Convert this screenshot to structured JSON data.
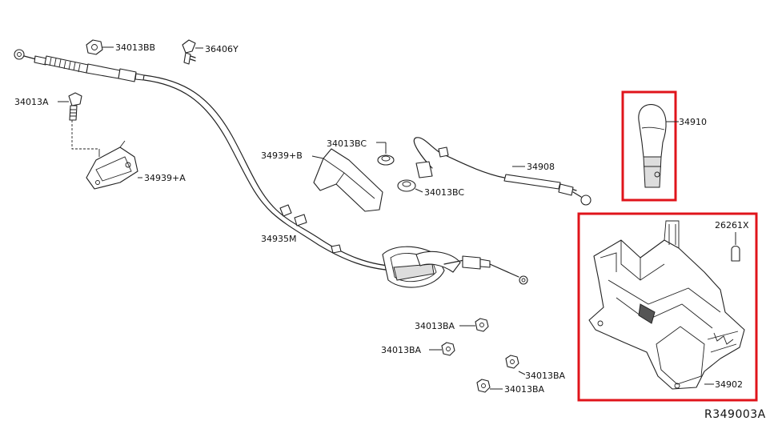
{
  "diagram": {
    "reference_code": "R349003A",
    "callouts": [
      {
        "id": "c1",
        "label": "34013BB"
      },
      {
        "id": "c2",
        "label": "36406Y"
      },
      {
        "id": "c3",
        "label": "34013A"
      },
      {
        "id": "c4",
        "label": "34939+A"
      },
      {
        "id": "c5",
        "label": "34939+B"
      },
      {
        "id": "c6",
        "label": "34013BC"
      },
      {
        "id": "c7",
        "label": "34908"
      },
      {
        "id": "c8",
        "label": "34013BC"
      },
      {
        "id": "c9",
        "label": "34935M"
      },
      {
        "id": "c10",
        "label": "34910"
      },
      {
        "id": "c11",
        "label": "26261X"
      },
      {
        "id": "c12",
        "label": "34902"
      },
      {
        "id": "c13",
        "label": "34013BA"
      },
      {
        "id": "c14",
        "label": "34013BA"
      },
      {
        "id": "c15",
        "label": "34013BA"
      },
      {
        "id": "c16",
        "label": "34013BA"
      }
    ],
    "highlight_color": "#e0141b",
    "line_color": "#222222"
  }
}
